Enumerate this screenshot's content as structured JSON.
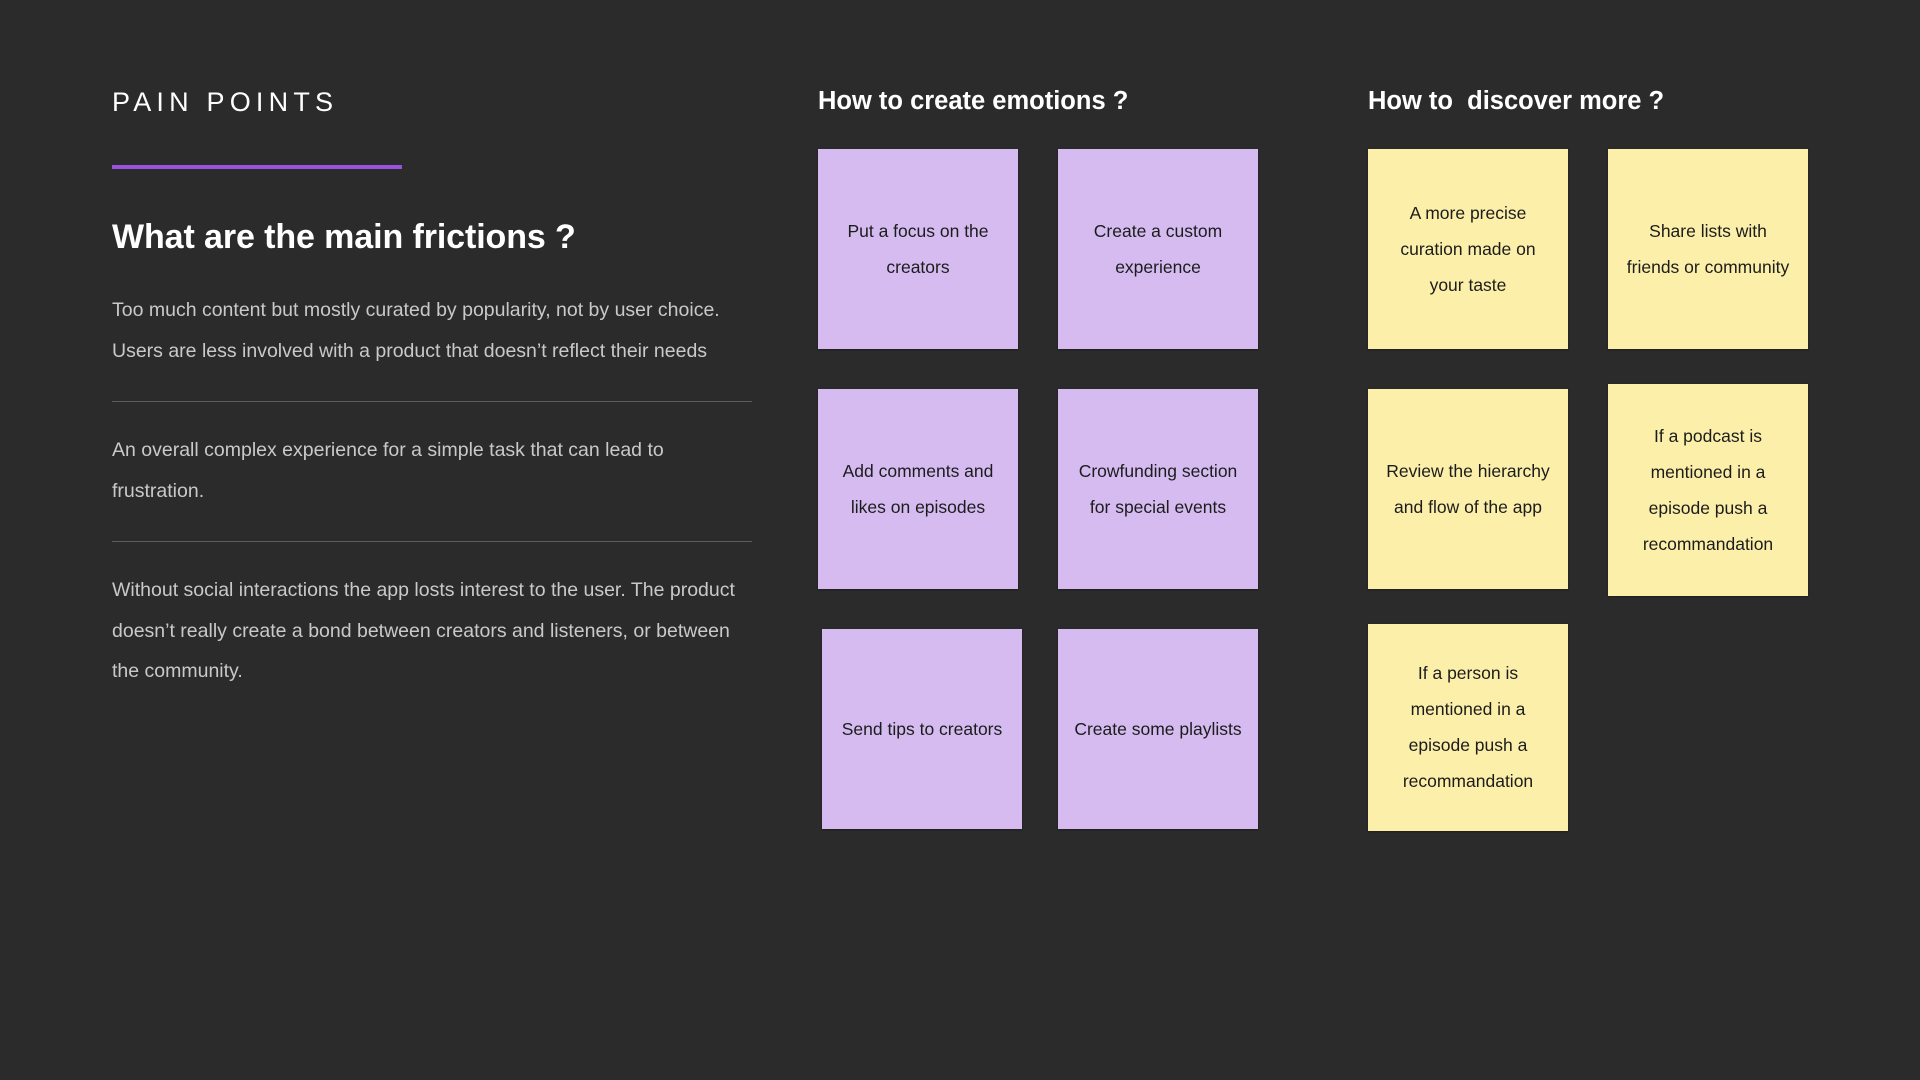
{
  "theme": {
    "background": "#2b2b2b",
    "accent": "#9b51e0",
    "note_purple": "#d5bbf0",
    "note_yellow": "#fbefa9",
    "heading_text": "#ffffff",
    "body_text": "#c9c9c9",
    "divider": "#5c5c5c"
  },
  "pain_points": {
    "eyebrow": "PAIN POINTS",
    "title": "What are the main frictions ?",
    "items": [
      "Too much content but mostly curated by popularity, not by user choice. Users are less involved with a product that doesn’t reflect their needs",
      "An overall complex experience for a simple task that can lead to frustration.",
      "Without social interactions the app losts interest to the user. The product doesn’t really create a bond between creators and listeners, or between the community."
    ]
  },
  "columns": [
    {
      "id": "emotions",
      "heading": "How to create emotions ?",
      "color": "purple",
      "notes": [
        "Put a focus on the creators",
        "Create a custom experience",
        "Add comments and likes on episodes",
        "Crowfunding section for special events",
        "Send tips to creators",
        "Create some playlists"
      ]
    },
    {
      "id": "discover",
      "heading": "How to  discover more ?",
      "color": "yellow",
      "notes": [
        "A more precise curation made on your taste",
        "Share lists with friends or community",
        "Review the hierarchy and flow of the app",
        "If a podcast is mentioned in a episode push a recommandation",
        "If a person is mentioned in a episode push a recommandation"
      ]
    }
  ]
}
